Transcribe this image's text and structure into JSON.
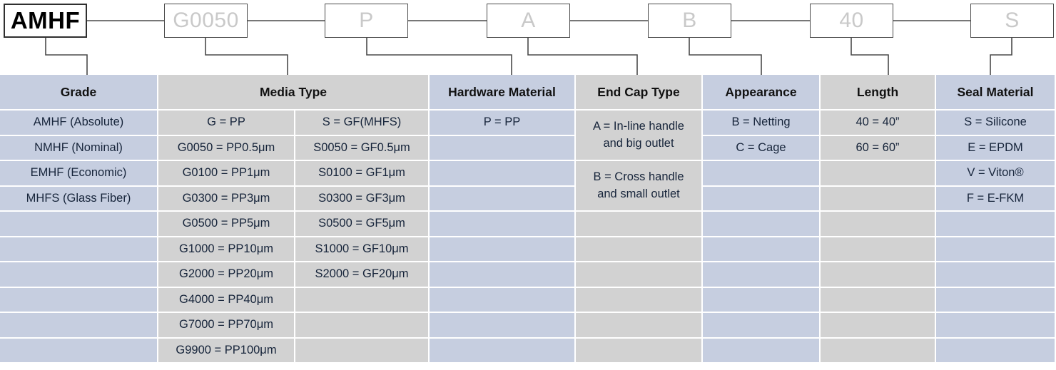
{
  "part_code": {
    "segments": [
      {
        "value": "AMHF",
        "highlight": true
      },
      {
        "value": "G0050",
        "highlight": false
      },
      {
        "value": "P",
        "highlight": false
      },
      {
        "value": "A",
        "highlight": false
      },
      {
        "value": "B",
        "highlight": false
      },
      {
        "value": "40",
        "highlight": false
      },
      {
        "value": "S",
        "highlight": false
      }
    ]
  },
  "colors": {
    "blue_column": "#c6cee0",
    "gray_column": "#d2d2d2",
    "box_border": "#4a4a4a",
    "active_text": "#000000",
    "inactive_text": "#c9c9c9"
  },
  "table": {
    "columns": [
      {
        "header": "Grade",
        "tone": "blue",
        "subcolumns": [
          {
            "cells": [
              "AMHF (Absolute)",
              "NMHF (Nominal)",
              "EMHF (Economic)",
              "MHFS (Glass Fiber)"
            ]
          }
        ]
      },
      {
        "header": "Media Type",
        "tone": "gray",
        "subcolumns": [
          {
            "cells": [
              "G = PP",
              "G0050 = PP0.5μm",
              "G0100 = PP1μm",
              "G0300 = PP3μm",
              "G0500 = PP5μm",
              "G1000 = PP10μm",
              "G2000 = PP20μm",
              "G4000 = PP40μm",
              "G7000 = PP70μm",
              "G9900 = PP100μm"
            ]
          },
          {
            "cells": [
              "S = GF(MHFS)",
              "S0050 = GF0.5μm",
              "S0100 = GF1μm",
              "S0300 = GF3μm",
              "S0500 = GF5μm",
              "S1000 = GF10μm",
              "S2000 = GF20μm"
            ]
          }
        ]
      },
      {
        "header": "Hardware Material",
        "tone": "blue",
        "subcolumns": [
          {
            "cells": [
              "P = PP"
            ]
          }
        ]
      },
      {
        "header": "End Cap Type",
        "tone": "gray",
        "subcolumns": [
          {
            "cells": [
              "A = In-line handle and big outlet",
              "B = Cross handle and small outlet"
            ],
            "cell_lines": [
              [
                "A = In-line handle",
                "and big outlet"
              ],
              [
                "B = Cross handle",
                "and small outlet"
              ]
            ]
          }
        ]
      },
      {
        "header": "Appearance",
        "tone": "blue",
        "subcolumns": [
          {
            "cells": [
              "B = Netting",
              "C = Cage"
            ]
          }
        ]
      },
      {
        "header": "Length",
        "tone": "gray",
        "subcolumns": [
          {
            "cells": [
              "40 = 40”",
              "60 = 60”"
            ]
          }
        ]
      },
      {
        "header": "Seal Material",
        "tone": "blue",
        "subcolumns": [
          {
            "cells": [
              "S = Silicone",
              "E = EPDM",
              "V = Viton®",
              "F = E-FKM"
            ]
          }
        ]
      }
    ]
  }
}
